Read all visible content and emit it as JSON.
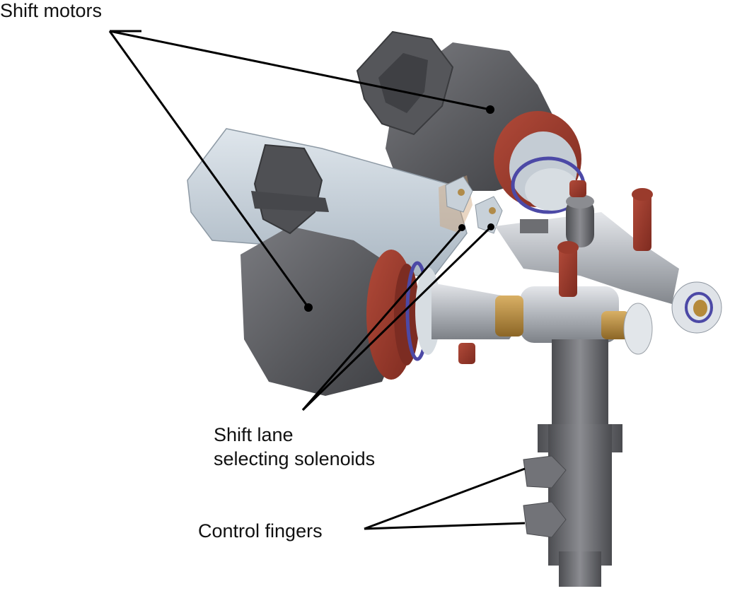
{
  "labels": {
    "shift_motors": "Shift motors",
    "solenoids_line1": "Shift lane",
    "solenoids_line2": "selecting solenoids",
    "control_fingers": "Control fingers"
  },
  "colors": {
    "motor_dark_grey": "#5b5c60",
    "housing_light_blue": "#c9d4dd",
    "flange_red": "#9a3b2c",
    "seal_blue": "#4c49a6",
    "screw_red": "#8e2f24",
    "brass": "#b58a3b",
    "steel": "#b9bcc2",
    "leader_line": "#000000"
  }
}
